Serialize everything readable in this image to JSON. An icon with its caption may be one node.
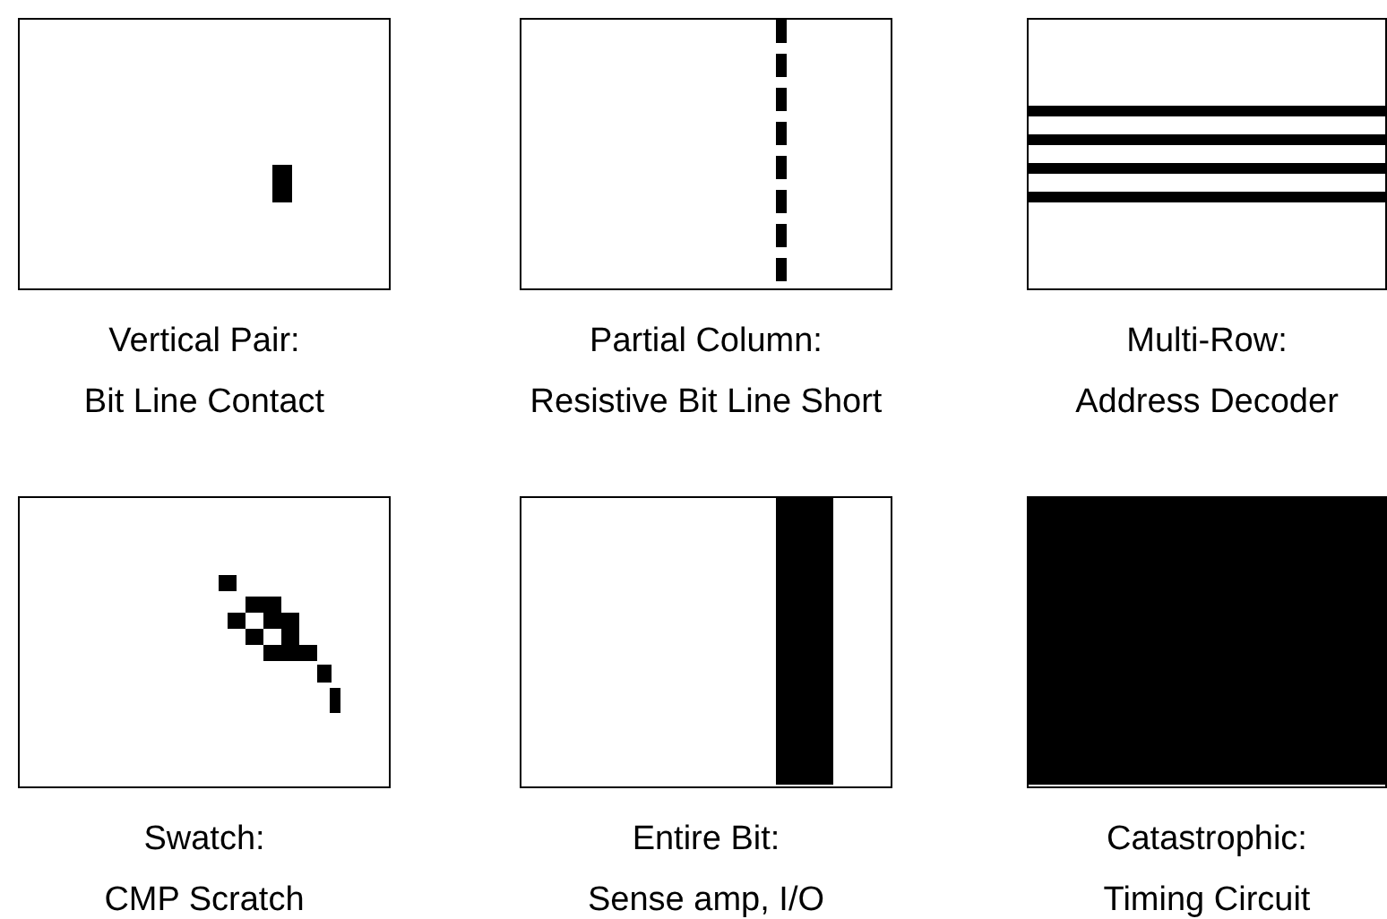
{
  "diagram": {
    "nodes": [
      {
        "text": [
          "Vertical Pair:",
          "Bit Line Contact"
        ]
      },
      {
        "text": [
          "Partial Column:",
          "Resistive Bit Line Short"
        ]
      },
      {
        "text": [
          "Multi-Row:",
          "Address Decoder"
        ]
      },
      {
        "text": [
          "Swatch:",
          "CMP Scratch"
        ]
      },
      {
        "text": [
          "Entire Bit:",
          "Sense amp, I/O"
        ]
      },
      {
        "text": [
          "Catastrophic:",
          "Timing Circuit"
        ]
      }
    ]
  }
}
